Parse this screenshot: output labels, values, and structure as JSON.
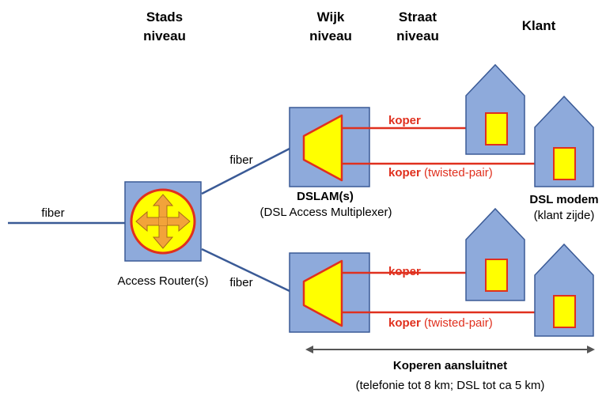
{
  "headers": {
    "stads_line1": "Stads",
    "stads_line2": "niveau",
    "wijk_line1": "Wijk",
    "wijk_line2": "niveau",
    "straat_line1": "Straat",
    "straat_line2": "niveau",
    "klant": "Klant"
  },
  "links": {
    "fiber_in": "fiber",
    "fiber_top": "fiber",
    "fiber_bottom": "fiber",
    "koper_top": "koper",
    "koper_twisted_top_bold": "koper",
    "koper_twisted_top_rest": " (twisted-pair)",
    "koper_bottom": "koper",
    "koper_twisted_bottom_bold": "koper",
    "koper_twisted_bottom_rest": " (twisted-pair)"
  },
  "router": {
    "label": "Access Router(s)"
  },
  "dslam": {
    "title": "DSLAM(s)",
    "subtitle": "(DSL Access Multiplexer)"
  },
  "modem": {
    "title": "DSL modem",
    "subtitle": "(klant zijde)"
  },
  "network": {
    "title": "Koperen aansluitnet",
    "subtitle": "(telefonie tot 8 km; DSL tot ca 5 km)"
  },
  "colors": {
    "box_fill": "#8eaadb",
    "box_stroke": "#3a5a96",
    "line_blue": "#3a5a96",
    "copper_red": "#e0301e",
    "device_yellow": "#ffff00",
    "arrow_orange": "#f2a33a"
  },
  "icons": [
    "router-arrows-icon",
    "dslam-trapezoid-icon",
    "house-icon",
    "modem-icon"
  ]
}
